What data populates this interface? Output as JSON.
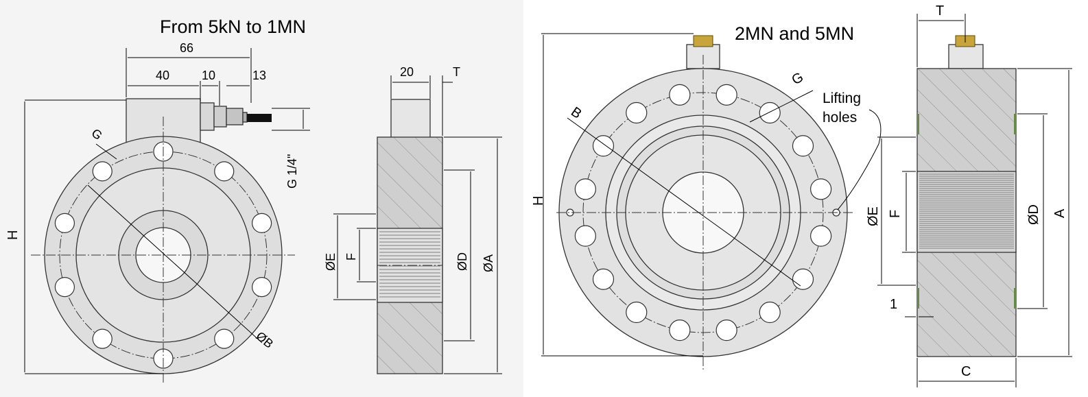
{
  "left": {
    "title": "From 5kN to 1MN",
    "labels": {
      "d66": "66",
      "d40": "40",
      "d10": "10",
      "d13": "13",
      "G": "G",
      "thread": "G 1/4\"",
      "H": "H",
      "B": "ØB",
      "d20": "20",
      "T": "T",
      "E": "ØE",
      "F": "F",
      "D": "ØD",
      "A": "ØA"
    }
  },
  "right": {
    "title": "2MN and 5MN",
    "labels": {
      "T": "T",
      "G": "G",
      "lifting": "Lifting",
      "holes": "holes",
      "B": "B",
      "H": "H",
      "E": "ØE",
      "F": "F",
      "D": "ØD",
      "A": "A",
      "one": "1",
      "C": "C"
    }
  },
  "colors": {
    "body": "#dedede",
    "section": "#c9c9c9",
    "hatch": "#8c8c8c",
    "connector": "#c8a53a"
  }
}
